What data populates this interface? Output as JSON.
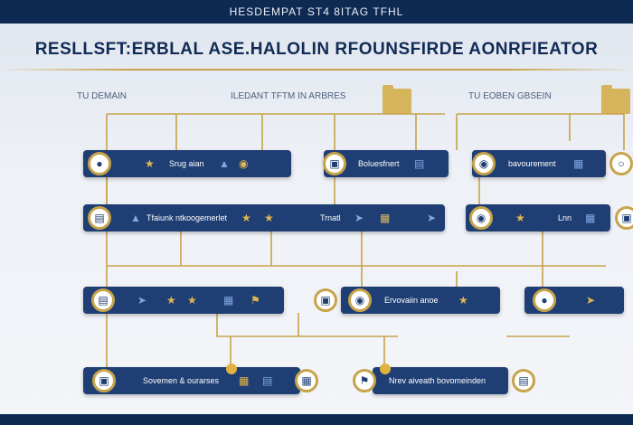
{
  "header": {
    "banner": "НESDEMРАТ SТ4 8ITAG ТFНL"
  },
  "title": "RESLLSFT:ERBLAL ASE.НALOLIN RFOUNSFIRDE AONRFIEATOR",
  "columns": [
    {
      "label": "TU DEMAIN"
    },
    {
      "label": "ILEDANT TFTM IN ARBRES"
    },
    {
      "label": "TU EOBEN GBSEIN"
    }
  ],
  "rows": {
    "r1": {
      "left": "Srug aian",
      "mid": "Boluesfnert",
      "right": "bavourement"
    },
    "r2": {
      "left": "Tfaiunk ntkoogemerlet",
      "mid": "Trnatl",
      "right": "Lnn"
    },
    "r3": {
      "mid": "Ervovaiin anoe"
    },
    "r4": {
      "left": "Sovemen & ourarses",
      "mid": "Nrev aiveath bovomeinden"
    }
  },
  "colors": {
    "navy": "#1f3f74",
    "gold": "#c7a34a",
    "banner": "#0f2a52"
  }
}
